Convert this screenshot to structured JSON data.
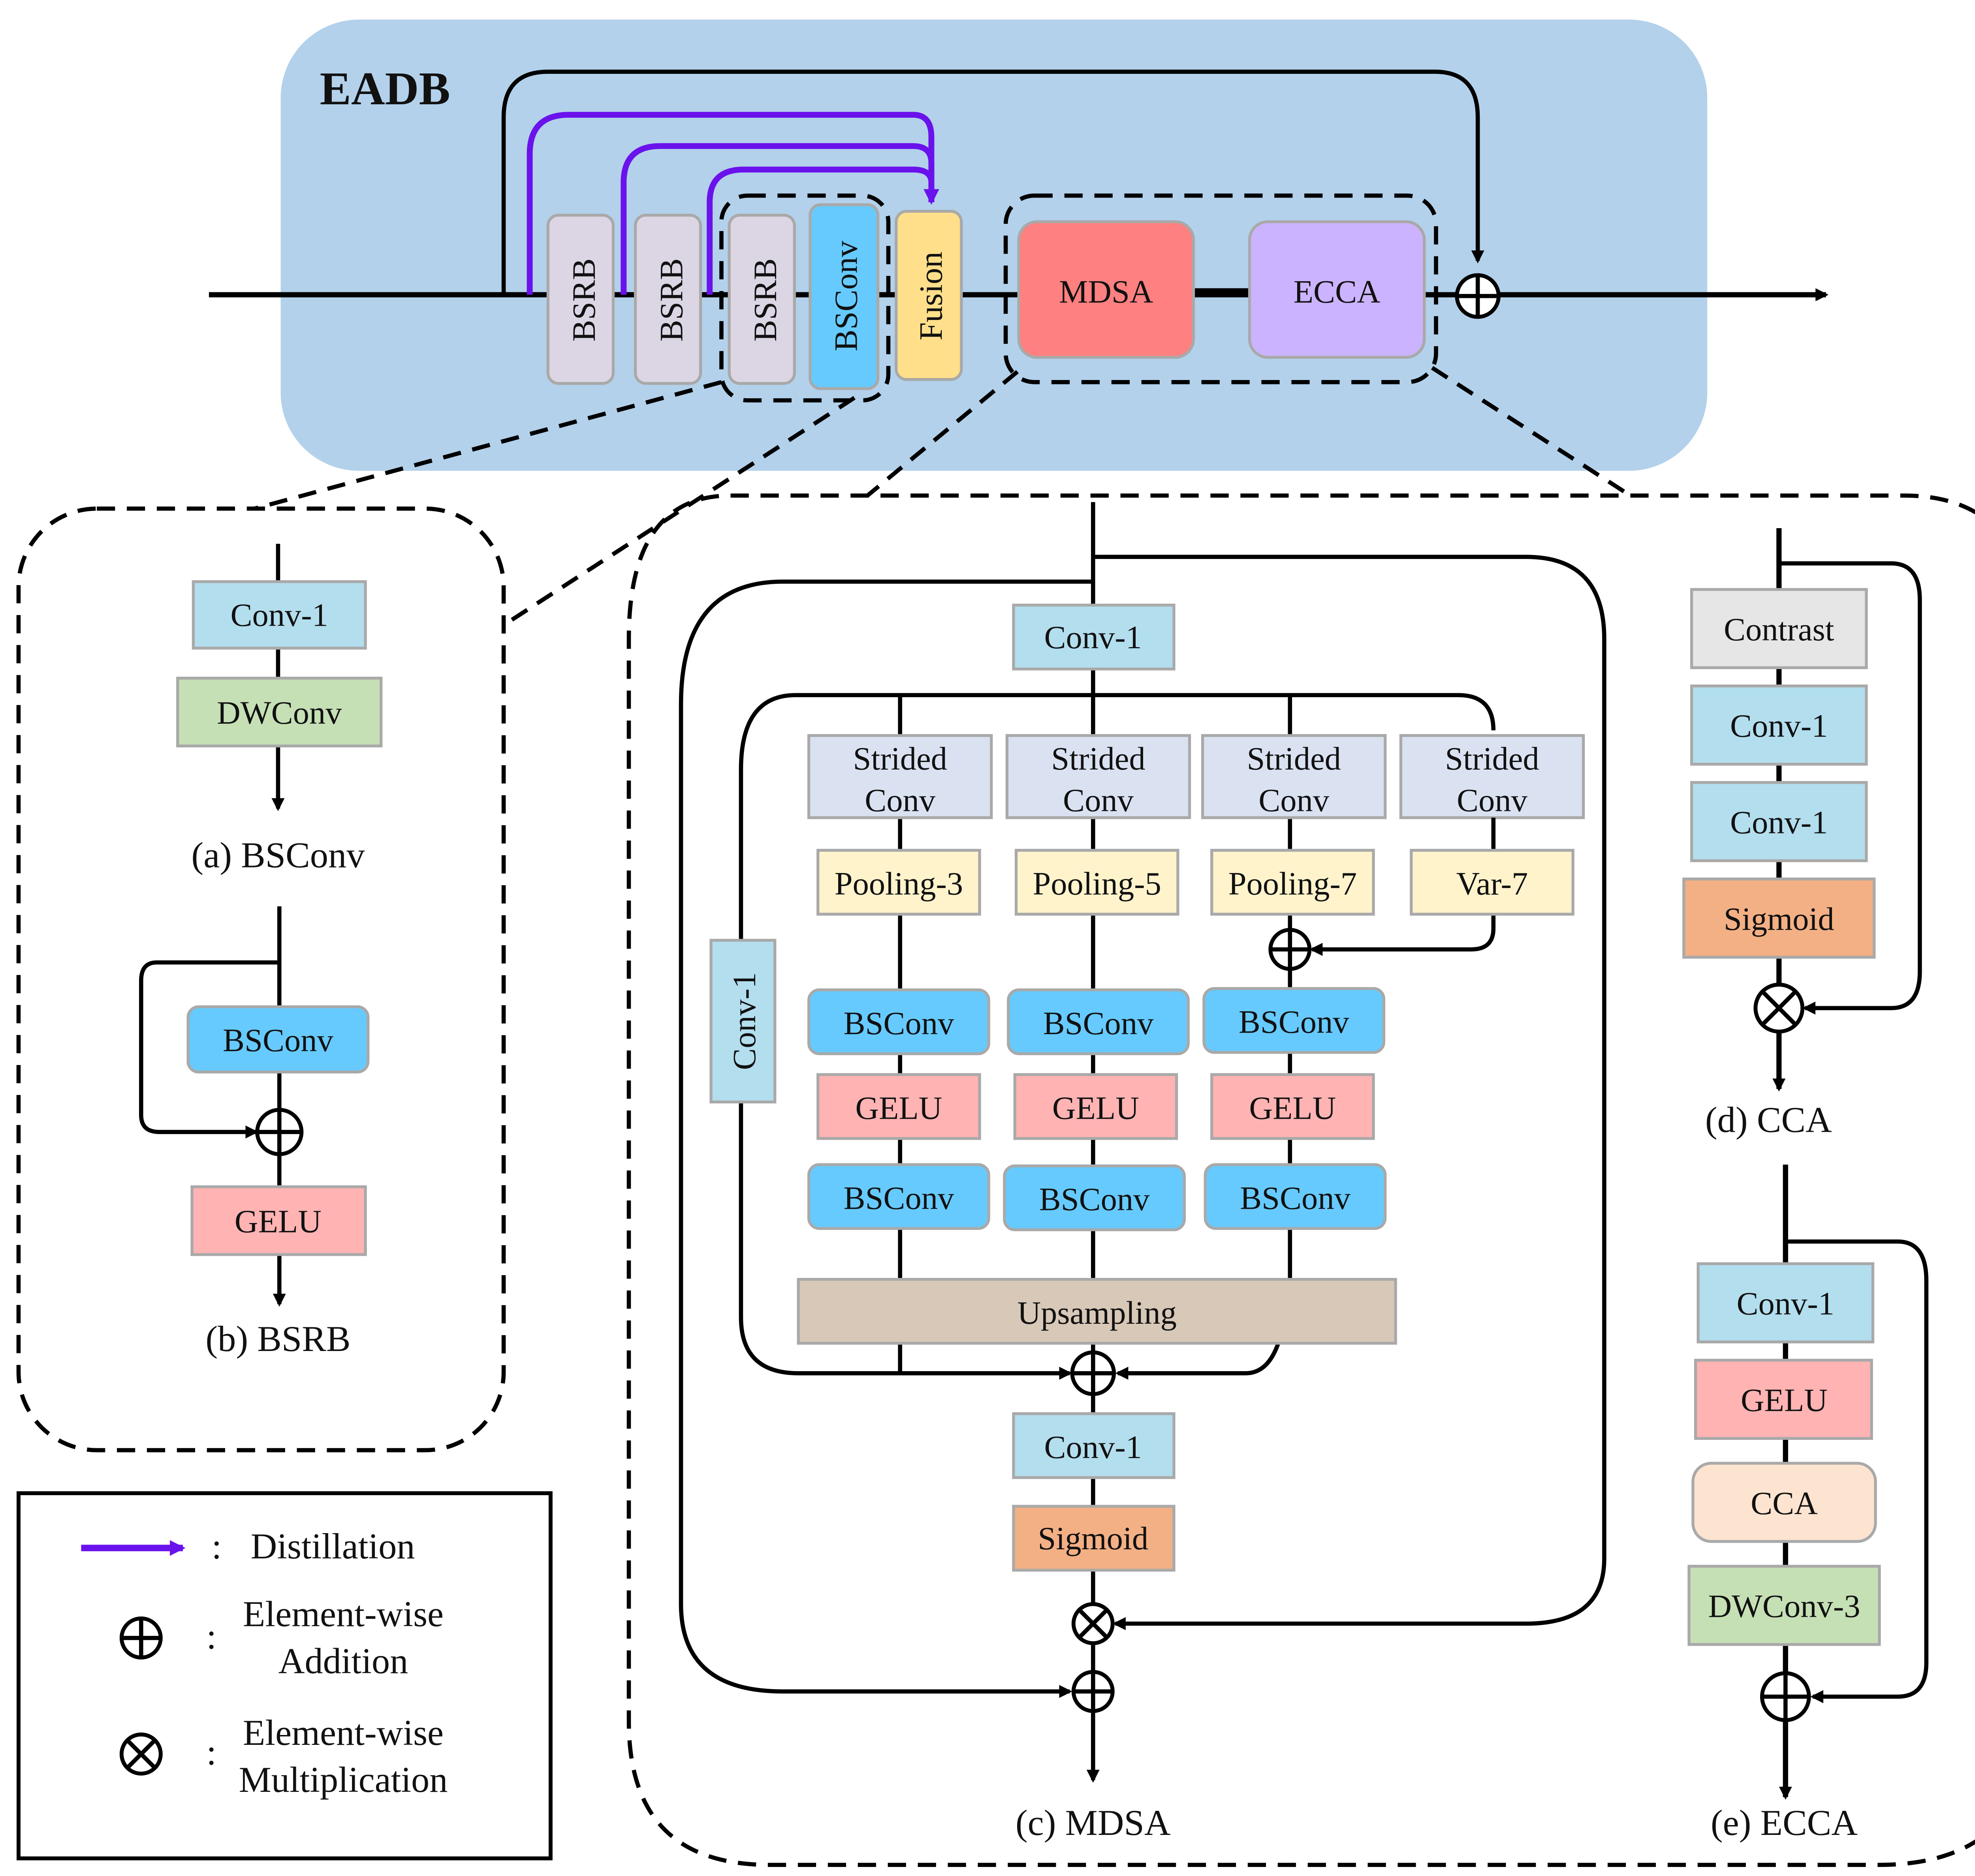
{
  "eadb": {
    "title": "EADB",
    "blocks": [
      "BSRB",
      "BSRB",
      "BSRB",
      "BSConv",
      "Fusion"
    ],
    "mdsa_label": "MDSA",
    "ecca_label": "ECCA"
  },
  "bsconv_panel": {
    "boxes": [
      "Conv-1",
      "DWConv"
    ],
    "caption": "(a) BSConv"
  },
  "bsrb_panel": {
    "boxes": [
      "BSConv",
      "GELU"
    ],
    "caption": "(b) BSRB"
  },
  "mdsa_panel": {
    "top_conv": "Conv-1",
    "side_conv": "Conv-1",
    "branches": [
      {
        "strided": [
          "Strided",
          "Conv"
        ],
        "pool": "Pooling-3",
        "ops": [
          "BSConv",
          "GELU",
          "BSConv"
        ]
      },
      {
        "strided": [
          "Strided",
          "Conv"
        ],
        "pool": "Pooling-5",
        "ops": [
          "BSConv",
          "GELU",
          "BSConv"
        ]
      },
      {
        "strided": [
          "Strided",
          "Conv"
        ],
        "pool": "Pooling-7",
        "ops": [
          "BSConv",
          "GELU",
          "BSConv"
        ]
      },
      {
        "strided": [
          "Strided",
          "Conv"
        ],
        "pool": "Var-7",
        "ops": []
      }
    ],
    "upsampling": "Upsampling",
    "bottom_conv": "Conv-1",
    "sigmoid": "Sigmoid",
    "caption": "(c) MDSA"
  },
  "cca_panel": {
    "boxes": [
      "Contrast",
      "Conv-1",
      "Conv-1",
      "Sigmoid"
    ],
    "caption": "(d) CCA"
  },
  "ecca_panel": {
    "boxes": [
      "Conv-1",
      "GELU",
      "CCA",
      "DWConv-3"
    ],
    "caption": "(e) ECCA"
  },
  "legend": {
    "distillation": "Distillation",
    "addition": [
      "Element-wise",
      "Addition"
    ],
    "multiplication": [
      "Element-wise",
      "Multiplication"
    ],
    "separator": ":"
  },
  "colors": {
    "eadb_bg": "#b3d1eb",
    "bsrb": "#dcd6e4",
    "bsconv": "#66caff",
    "fusion": "#ffdf8a",
    "mdsa": "#ff8080",
    "ecca": "#cbb3ff",
    "conv1": "#b3deee",
    "dwconv": "#c6e0b6",
    "gelu": "#ffb3b3",
    "strided": "#dae2f2",
    "pooling": "#fff3cc",
    "upsampling": "#d8c8b8",
    "sigmoid": "#f3b084",
    "contrast": "#e6e6e6",
    "cca": "#fde4d0",
    "distillation": "#6a12ec"
  }
}
